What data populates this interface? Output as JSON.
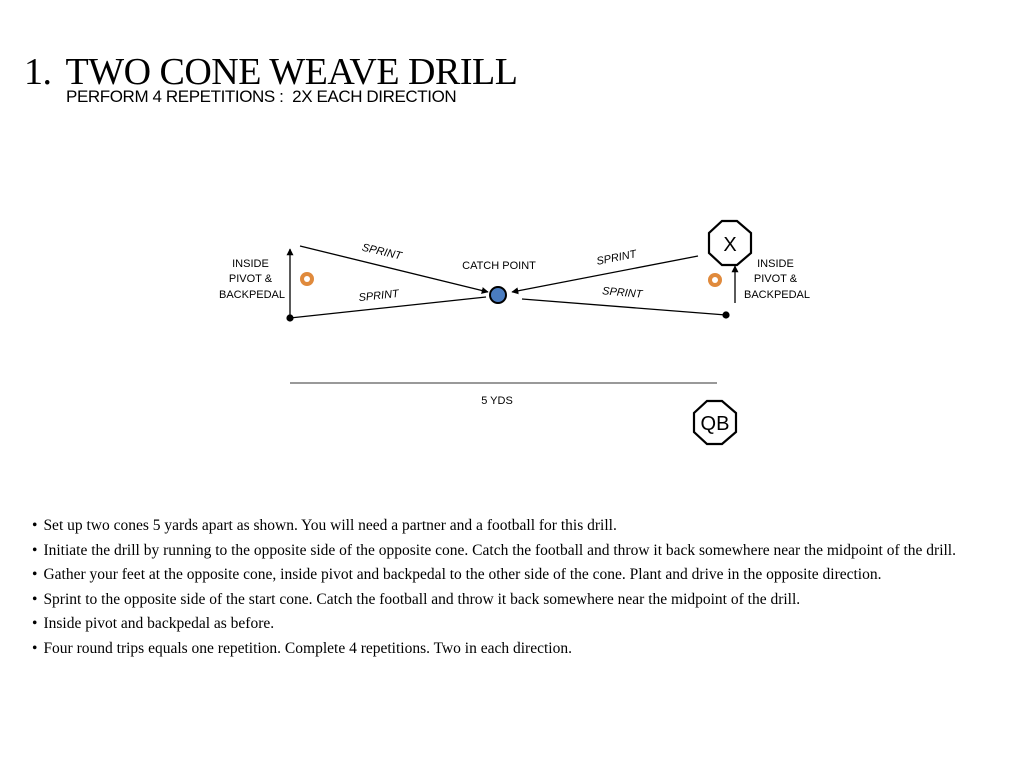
{
  "header": {
    "number": "1.",
    "title": "TWO CONE WEAVE DRILL",
    "subtitle": "PERFORM 4 REPETITIONS :  2X EACH DIRECTION"
  },
  "diagram": {
    "left_label": [
      "INSIDE",
      "PIVOT &",
      "BACKPEDAL"
    ],
    "right_label": [
      "INSIDE",
      "PIVOT &",
      "BACKPEDAL"
    ],
    "catch_point": "CATCH POINT",
    "sprint": "SPRINT",
    "distance": "5 YDS",
    "partner_marker": "X",
    "qb_marker": "QB",
    "colors": {
      "cone": "#E08A3C",
      "catch_point": "#4A7CC0",
      "line": "#000000"
    }
  },
  "instructions": [
    "Set up two cones 5 yards apart as shown. You will need a partner and a football for this drill.",
    "Initiate the drill by running to the opposite side of the opposite cone.  Catch the football and throw it back somewhere near the midpoint of the drill.",
    "Gather your feet at the opposite cone, inside pivot and backpedal to the other side of the cone.  Plant and drive in the opposite direction.",
    "Sprint to the opposite side of the start cone.  Catch the football and throw it back somewhere near the midpoint of the drill.",
    "Inside pivot and backpedal as before.",
    "Four round trips equals one repetition.  Complete 4 repetitions.  Two in each direction."
  ]
}
